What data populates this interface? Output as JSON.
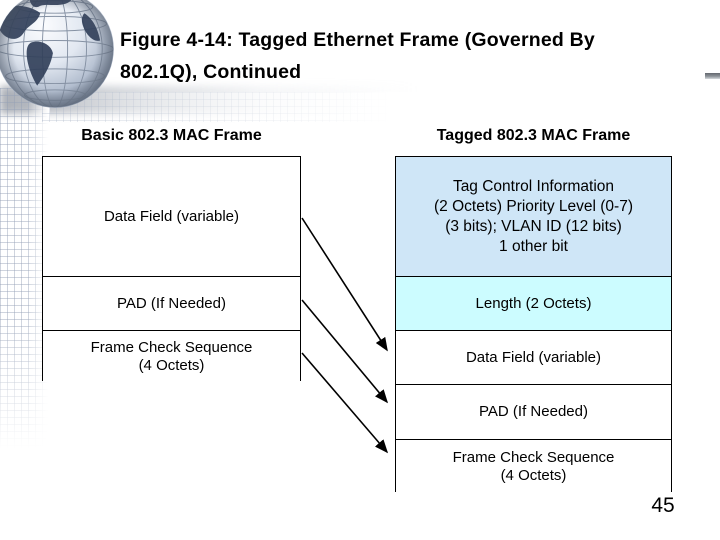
{
  "slide": {
    "title": "Figure 4-14: Tagged Ethernet Frame (Governed By\n802.1Q), Continued",
    "page_number": "45"
  },
  "left_column": {
    "header": "Basic 802.3 MAC Frame",
    "rows": [
      {
        "label": "Data Field (variable)"
      },
      {
        "label": "PAD (If Needed)"
      },
      {
        "label": "Frame Check Sequence\n(4 Octets)"
      }
    ]
  },
  "right_column": {
    "header": "Tagged 802.3 MAC Frame",
    "rows": [
      {
        "label": "Tag Control Information\n(2 Octets) Priority Level (0-7)\n(3 bits); VLAN ID (12 bits)\n1 other bit"
      },
      {
        "label": "Length (2 Octets)"
      },
      {
        "label": "Data Field (variable)"
      },
      {
        "label": "PAD (If Needed)"
      },
      {
        "label": "Frame Check Sequence\n(4 Octets)"
      }
    ]
  },
  "arrows": [
    {
      "from": "Data Field (variable)",
      "to": "Data Field (variable)"
    },
    {
      "from": "PAD (If Needed)",
      "to": "PAD (If Needed)"
    },
    {
      "from": "Frame Check Sequence (4 Octets)",
      "to": "Frame Check Sequence (4 Octets)"
    }
  ],
  "colors": {
    "tag_control_cell_bg": "#cfe6f7",
    "length_cell_bg": "#ccfcff",
    "border": "#000000",
    "text": "#000000"
  }
}
